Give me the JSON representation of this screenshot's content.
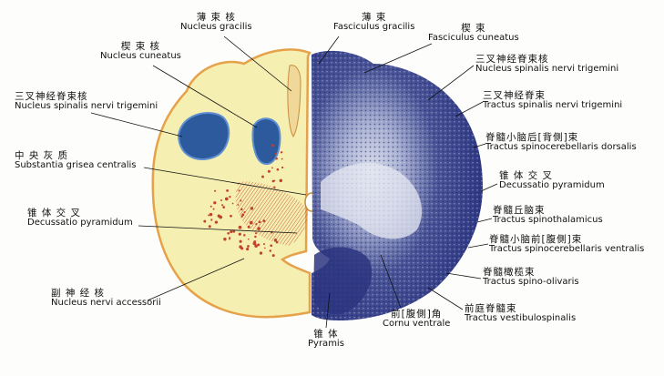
{
  "labels": {
    "nucleus_gracilis": {
      "zh": "薄 束 核",
      "la": "Nucleus gracilis"
    },
    "nucleus_cuneatus": {
      "zh": "楔 束 核",
      "la": "Nucleus cuneatus"
    },
    "nucleus_spinalis_left": {
      "zh": "三叉神经脊束核",
      "la": "Nucleus spinalis nervi trigemini"
    },
    "substantia_grisea": {
      "zh": "中 央 灰 质",
      "la": "Substantia grisea centralis"
    },
    "decussatio_left": {
      "zh": "锥 体 交 叉",
      "la": "Decussatio pyramidum"
    },
    "nucleus_accessorii": {
      "zh": "副 神 经 核",
      "la": "Nucleus nervi accessorii"
    },
    "pyramis": {
      "zh": "锥    体",
      "la": "Pyramis"
    },
    "cornu_ventrale": {
      "zh": "前[腹側]角",
      "la": "Cornu ventrale"
    },
    "fasciculus_gracilis": {
      "zh": "薄    束",
      "la": "Fasciculus gracilis"
    },
    "fasciculus_cuneatus": {
      "zh": "楔    束",
      "la": "Fasciculus cuneatus"
    },
    "nucleus_spinalis_right": {
      "zh": "三叉神经脊束核",
      "la": "Nucleus spinalis nervi trigemini"
    },
    "tractus_spinalis": {
      "zh": "三叉神经脊束",
      "la": "Tractus spinalis nervi trigemini"
    },
    "spinocerebellaris_dorsalis": {
      "zh": "脊髓小脑后[背側]束",
      "la": "Tractus spinocerebellaris dorsalis"
    },
    "decussatio_right": {
      "zh": "锥 体 交 叉",
      "la": "Decussatio pyramidum"
    },
    "spinothalamicus": {
      "zh": "脊髓丘脑束",
      "la": "Tractus spinothalamicus"
    },
    "spinocerebellaris_ventralis": {
      "zh": "脊髓小脑前[腹側]束",
      "la": "Tractus spinocerebellaris ventralis"
    },
    "spino_olivaris": {
      "zh": "脊髓橄榄束",
      "la": "Tractus spino-olivaris"
    },
    "vestibulospinalis": {
      "zh": "前庭脊髓束",
      "la": "Tractus vestibulospinalis"
    }
  },
  "colors": {
    "left_half": "#f6efb2",
    "left_outline": "#e5a24a",
    "nucleus_blue": "#2d5a9d",
    "right_half": "#2f3a86",
    "fiber_red": "#c0442b"
  }
}
